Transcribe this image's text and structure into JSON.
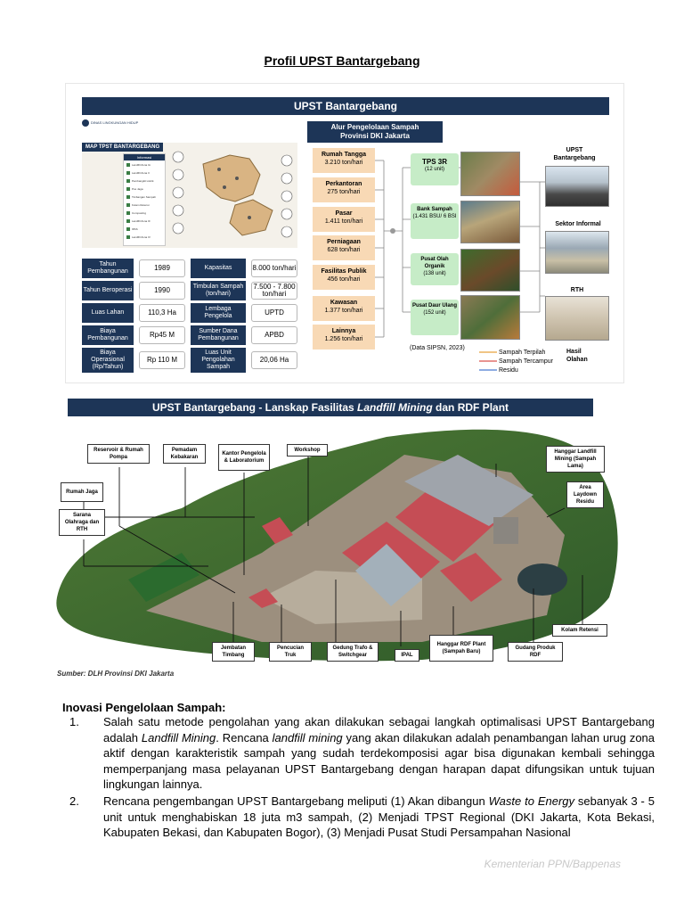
{
  "page_title": "Profil UPST Bantargebang",
  "info1": {
    "banner": "UPST Bantargebang",
    "map_label": "MAP TPST BANTARGEBANG",
    "legend_header": "Informasi",
    "flow_title_line1": "Alur Pengelolaan Sampah",
    "flow_title_line2": "Provinsi DKI Jakarta",
    "stats": [
      {
        "label": "Tahun Pembangunan",
        "value": "1989"
      },
      {
        "label": "Tahun Beroperasi",
        "value": "1990"
      },
      {
        "label": "Luas Lahan",
        "value": "110,3 Ha"
      },
      {
        "label": "Biaya Pembangunan",
        "value": "Rp45 M"
      },
      {
        "label": "Biaya Operasional (Rp/Tahun)",
        "value": "Rp 110 M"
      }
    ],
    "stats_right": [
      {
        "label": "Kapasitas",
        "value": "8.000 ton/hari"
      },
      {
        "label": "Timbulan Sampah (ton/hari)",
        "value": "7.500 - 7.800 ton/hari"
      },
      {
        "label": "Lembaga Pengelola",
        "value": "UPTD"
      },
      {
        "label": "Sumber Dana Pembangunan",
        "value": "APBD"
      },
      {
        "label": "Luas Unit Pengolahan Sampah",
        "value": "20,06 Ha"
      }
    ],
    "sources": [
      {
        "name": "Rumah Tangga",
        "amount": "3.210 ton/hari"
      },
      {
        "name": "Perkantoran",
        "amount": "275 ton/hari"
      },
      {
        "name": "Pasar",
        "amount": "1.411 ton/hari"
      },
      {
        "name": "Perniagaan",
        "amount": "628 ton/hari"
      },
      {
        "name": "Fasilitas Publik",
        "amount": "456 ton/hari"
      },
      {
        "name": "Kawasan",
        "amount": "1.377 ton/hari"
      },
      {
        "name": "Lainnya",
        "amount": "1.256 ton/hari"
      }
    ],
    "processes": [
      {
        "name": "TPS 3R",
        "detail": "(12 unit)"
      },
      {
        "name": "Bank Sampah",
        "detail": "(1.431 BSU/ 6 BSI"
      },
      {
        "name": "Pusat Olah Organik",
        "detail": "(138 unit)"
      },
      {
        "name": "Pusat Daur Ulang",
        "detail": "(152 unit)"
      }
    ],
    "outputs": [
      {
        "name": "UPST Bantargebang"
      },
      {
        "name": "Sektor Informal"
      },
      {
        "name": "RTH"
      }
    ],
    "data_source": "(Data SIPSN, 2023)",
    "line_legend": [
      "Sampah Terpilah",
      "Sampah Tercampur",
      "Residu"
    ],
    "line_colors": [
      "#e8a23c",
      "#d9534f",
      "#4a7bd0"
    ],
    "hasil": "Hasil Olahan"
  },
  "info2": {
    "banner_prefix": "UPST Bantargebang - Lanskap Fasilitas ",
    "banner_italic": "Landfill Mining",
    "banner_suffix": " dan RDF Plant",
    "callouts": {
      "reservoir": "Reservoir & Rumah Pompa",
      "pemadam": "Pemadam Kebakaran",
      "kantor": "Kantor Pengelola & Laboratorium",
      "workshop": "Workshop",
      "rumah_jaga": "Rumah Jaga",
      "sarana": "Sarana Olahraga dan RTH",
      "hanggar_lama": "Hanggar Landfill Mining (Sampah Lama)",
      "area_laydown": "Area Laydown Residu",
      "kolam": "Kolam Retensi",
      "jembatan": "Jembatan Timbang",
      "pencucian": "Pencucian Truk",
      "gedung": "Gedung Trafo & Switchgear",
      "ipal": "IPAL",
      "hanggar_rdf": "Hanggar RDF Plant (Sampah Baru)",
      "gudang": "Gudang Produk RDF"
    },
    "sumber": "Sumber: DLH Provinsi DKI Jakarta"
  },
  "section": {
    "heading": "Inovasi Pengelolaan Sampah:",
    "item1_num": "1.",
    "item1_a": "Salah satu metode pengolahan yang akan dilakukan sebagai langkah optimalisasi UPST Bantargebang adalah ",
    "item1_i1": "Landfill Mining",
    "item1_b": ".  Rencana ",
    "item1_i2": "landfill mining",
    "item1_c": " yang akan dilakukan adalah penambangan lahan urug zona aktif dengan karakteristik sampah yang sudah terdekomposisi agar bisa digunakan kembali sehingga memperpanjang masa pelayanan UPST Bantargebang dengan harapan dapat difungsikan untuk tujuan lingkungan lainnya.",
    "item2_num": "2.",
    "item2_a": "Rencana pengembangan UPST Bantargebang meliputi (1) Akan dibangun ",
    "item2_i1": "Waste to Energy",
    "item2_b": " sebanyak 3 - 5 unit untuk menghabiskan 18 juta m3 sampah, (2) Menjadi TPST Regional (DKI Jakarta, Kota Bekasi, Kabupaten Bekasi, dan Kabupaten Bogor), (3) Menjadi Pusat Studi Persampahan Nasional"
  },
  "footer": "Kementerian PPN/Bappenas"
}
